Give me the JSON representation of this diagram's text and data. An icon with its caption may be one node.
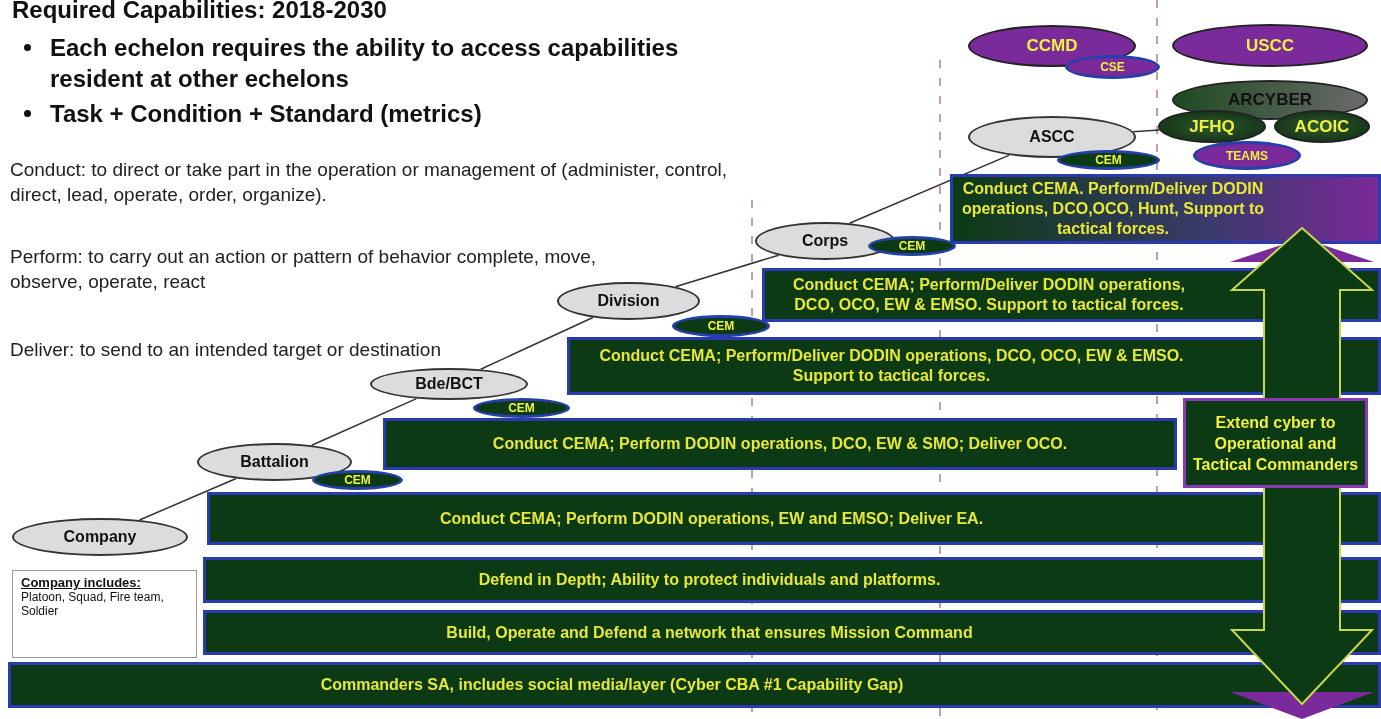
{
  "diagram": {
    "title": "Required Capabilities: 2018-2030",
    "nodes": [
      {
        "text": [
          "CCMD"
        ]
      },
      {
        "text": [
          "CSE"
        ]
      },
      {
        "text": [
          "USCC"
        ]
      },
      {
        "text": [
          "ARCYBER"
        ]
      },
      {
        "text": [
          "JFHQ"
        ]
      },
      {
        "text": [
          "ACOIC"
        ]
      },
      {
        "text": [
          "ASCC"
        ]
      },
      {
        "text": [
          "CEM"
        ]
      },
      {
        "text": [
          "TEAMS"
        ]
      },
      {
        "text": [
          "Conduct CEMA.  Perform/Deliver DODIN operations, DCO,OCO, Hunt, Support to tactical forces."
        ]
      },
      {
        "text": [
          "Corps"
        ]
      },
      {
        "text": [
          "CEM"
        ]
      },
      {
        "text": [
          "Conduct CEMA; Perform/Deliver DODIN operations, DCO, OCO, EW & EMSO. Support to tactical forces."
        ]
      },
      {
        "text": [
          "Division"
        ]
      },
      {
        "text": [
          "CEM"
        ]
      },
      {
        "text": [
          "Conduct CEMA; Perform/Deliver DODIN operations, DCO, OCO, EW & EMSO. Support to tactical forces."
        ]
      },
      {
        "text": [
          "Bde/BCT"
        ]
      },
      {
        "text": [
          "CEM"
        ]
      },
      {
        "text": [
          "Extend cyber to Operational and Tactical Commanders"
        ]
      },
      {
        "text": [
          "Conduct CEMA; Perform DODIN operations, DCO, EW & SMO; Deliver OCO."
        ]
      },
      {
        "text": [
          "Battalion"
        ]
      },
      {
        "text": [
          "CEM"
        ]
      },
      {
        "text": [
          "Conduct CEMA; Perform DODIN operations, EW and EMSO; Deliver EA."
        ]
      },
      {
        "text": [
          "Company"
        ]
      },
      {
        "text": [
          "Defend in Depth; Ability to protect individuals and platforms."
        ]
      },
      {
        "text": [
          "Company includes:",
          "Platoon, Squad, Fire team, Soldier"
        ]
      },
      {
        "text": [
          "Build, Operate and Defend a network that ensures Mission Command"
        ]
      },
      {
        "text": [
          "Commanders SA, includes social media/layer (Cyber CBA #1 Capability Gap)"
        ]
      }
    ],
    "edges": [
      {
        "from": 23,
        "to": 20,
        "arrow": "none"
      },
      {
        "from": 20,
        "to": 16,
        "arrow": "none"
      },
      {
        "from": 16,
        "to": 13,
        "arrow": "none"
      },
      {
        "from": 13,
        "to": 10,
        "arrow": "none"
      },
      {
        "from": 10,
        "to": 6,
        "arrow": "none"
      },
      {
        "from": 6,
        "to": 4,
        "arrow": "none"
      }
    ],
    "labels": [
      "Each echelon requires the ability to access capabilities resident at other echelons",
      "Task + Condition + Standard (metrics)",
      "Conduct: to direct or take part in the operation or management of (administer, control, direct, lead, operate, order, organize).",
      "Perform: to carry out an action or pattern of behavior complete, move, observe, operate, react",
      "Deliver: to send to an intended target or destination"
    ]
  }
}
